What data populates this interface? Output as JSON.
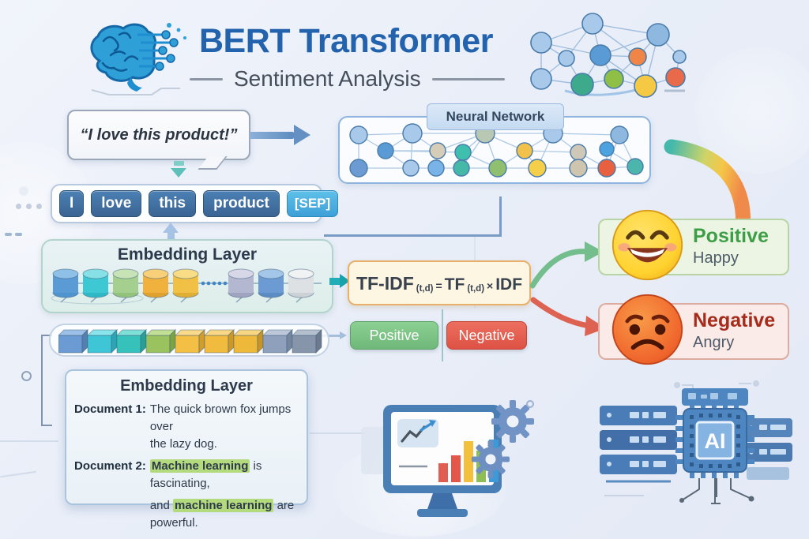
{
  "colors": {
    "title_blue": "#2363ae",
    "token_blue": "#3a6493",
    "sep_blue": "#3fa0d8",
    "positive_green": "#6fb87a",
    "negative_red": "#dd5245",
    "positive_text": "#3e9e47",
    "negative_text": "#a52b1b",
    "formula_border": "#e8b06a",
    "highlight_green": "#b4da7e",
    "teal_accent": "#22aeb6"
  },
  "header": {
    "title": "BERT Transformer",
    "subtitle": "Sentiment Analysis"
  },
  "quote": {
    "text": "“I love this product!”"
  },
  "tokens": {
    "items": [
      "I",
      "love",
      "this",
      "product",
      "[SEP]"
    ]
  },
  "nn": {
    "label": "Neural Network"
  },
  "emb1": {
    "title": "Embedding Layer"
  },
  "formula": {
    "lhs": "TF-IDF",
    "lhs_sub": "(t,d)",
    "eq": "=",
    "tf": "TF",
    "tf_sub": "(t,d)",
    "op": "×",
    "idf": "IDF"
  },
  "buttons": {
    "positive": "Positive",
    "negative": "Negative"
  },
  "results": {
    "positive": {
      "label": "Positive",
      "mood": "Happy"
    },
    "negative": {
      "label": "Negative",
      "mood": "Angry"
    }
  },
  "docs": {
    "title": "Embedding Layer",
    "doc1_label": "Document 1:",
    "doc1_line1": "The quick brown fox jumps over",
    "doc1_line2": "the lazy dog.",
    "doc2_label": "Document 2:",
    "doc2_hl1": "Machine learning",
    "doc2_t1": " is fascinating,",
    "doc2_t2": "and ",
    "doc2_hl2": "machine learning",
    "doc2_t3": " are",
    "doc2_line3": "powerful."
  },
  "ai_chip": {
    "label": "AI"
  }
}
